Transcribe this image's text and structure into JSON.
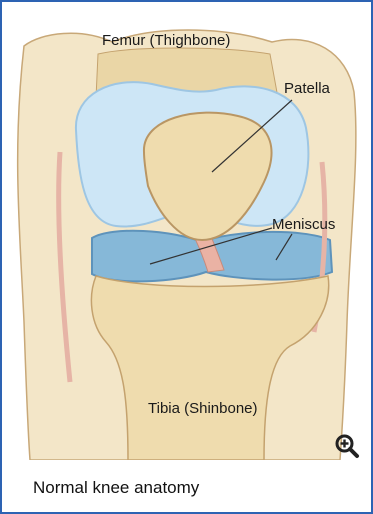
{
  "figure": {
    "labels": {
      "femur": "Femur (Thighbone)",
      "patella": "Patella",
      "meniscus": "Meniscus",
      "tibia": "Tibia (Shinbone)"
    },
    "caption": "Normal knee anatomy",
    "zoom_icon": "zoom-in-icon",
    "colors": {
      "border": "#2d63b3",
      "cartilage": "#cde6f6",
      "meniscus": "#86b8d8",
      "bone": "#efdcae",
      "ligament": "#eab2a4"
    }
  }
}
